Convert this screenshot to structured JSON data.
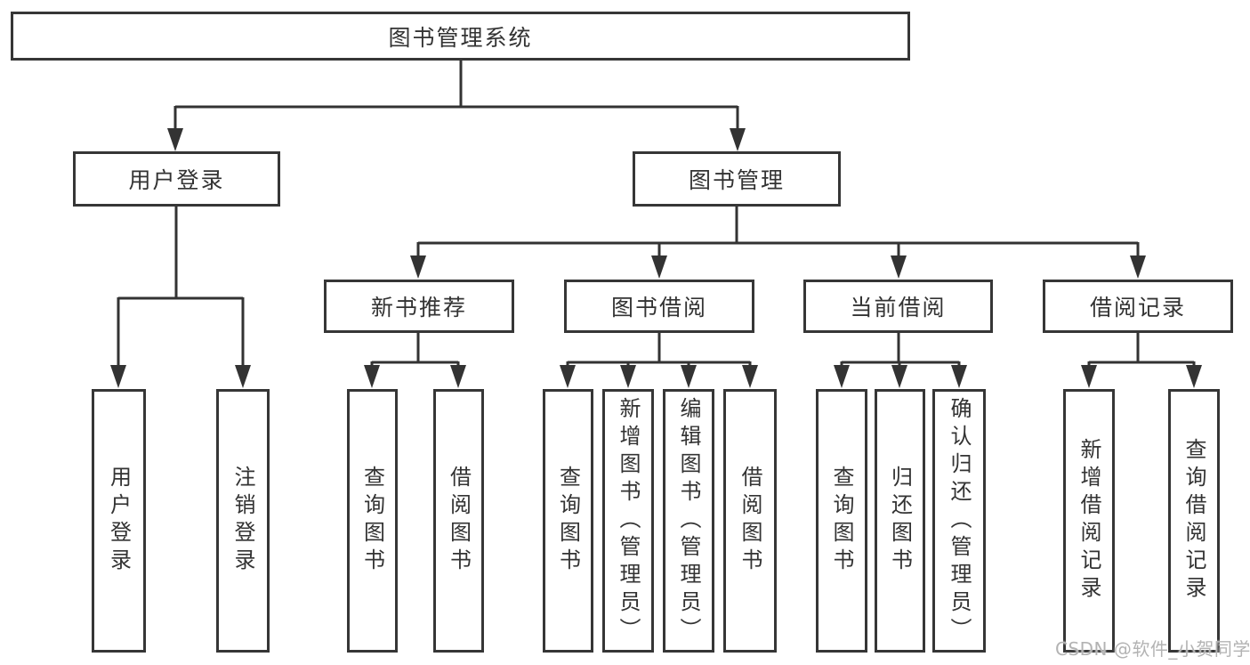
{
  "diagram": {
    "root": {
      "label": "图书管理系统"
    },
    "branches": [
      {
        "label": "用户登录",
        "children": [
          {
            "label": "用户登录"
          },
          {
            "label": "注销登录"
          }
        ]
      },
      {
        "label": "图书管理",
        "children": [
          {
            "label": "新书推荐",
            "children": [
              {
                "label": "查询图书"
              },
              {
                "label": "借阅图书"
              }
            ]
          },
          {
            "label": "图书借阅",
            "children": [
              {
                "label": "查询图书"
              },
              {
                "label": "新增图书（管理员）"
              },
              {
                "label": "编辑图书（管理员）"
              },
              {
                "label": "借阅图书"
              }
            ]
          },
          {
            "label": "当前借阅",
            "children": [
              {
                "label": "查询图书"
              },
              {
                "label": "归还图书"
              },
              {
                "label": "确认归还（管理员）"
              }
            ]
          },
          {
            "label": "借阅记录",
            "children": [
              {
                "label": "新增借阅记录"
              },
              {
                "label": "查询借阅记录"
              }
            ]
          }
        ]
      }
    ]
  },
  "watermark": {
    "text": "CSDN @软件_小贺同学"
  },
  "colors": {
    "line": "#333333",
    "box_border": "#363636",
    "text": "#333333",
    "background": "#ffffff",
    "watermark": "#b3b3b3"
  }
}
